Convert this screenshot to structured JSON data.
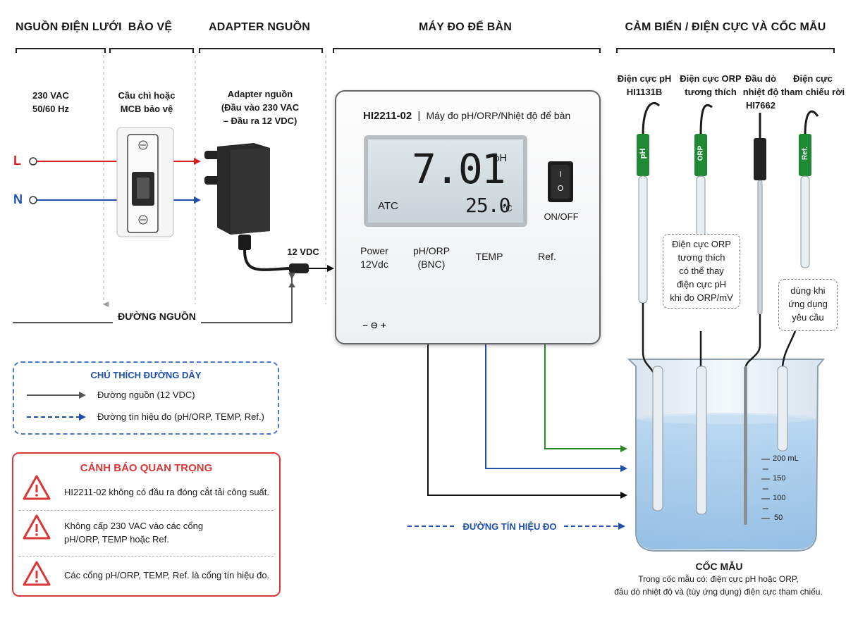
{
  "headers": {
    "grid": "NGUỒN ĐIỆN LƯỚI",
    "protection": "BẢO VỆ",
    "adapter": "ADAPTER NGUỒN",
    "meter": "MÁY ĐO ĐỂ BÀN",
    "sensors": "CẢM BIẾN / ĐIỆN CỰC VÀ CỐC MẪU"
  },
  "grid": {
    "voltage": "230 VAC\n50/60 Hz",
    "line_l": "L",
    "line_n": "N"
  },
  "protection": {
    "label": "Cầu chì hoặc\nMCB bảo vệ"
  },
  "adapter": {
    "label": "Adapter nguồn\n(Đầu vào 230 VAC\n– Đầu ra 12 VDC)",
    "output": "12 VDC"
  },
  "power_path": {
    "label": "ĐƯỜNG NGUỒN"
  },
  "meter": {
    "model": "HI2211-02",
    "separator": "|",
    "desc": "Máy đo pH/ORP/Nhiệt độ để bàn",
    "reading": "7.01",
    "reading_unit": "pH",
    "atc": "ATC",
    "temp": "25.0",
    "temp_unit": "°C",
    "switch_on": "I",
    "switch_off": "O",
    "switch_label": "ON/OFF",
    "ports": {
      "power": "Power\n12Vdc",
      "power_polarity": "– ⊖ +",
      "ph": "pH/ORP\n(BNC)",
      "temp": "TEMP",
      "ref": "Ref."
    }
  },
  "sensors": {
    "ph": {
      "label": "Điện cực pH\nHI1131B",
      "body": "pH"
    },
    "orp": {
      "label": "Điện cực ORP\ntương thích",
      "body": "ORP"
    },
    "temp": {
      "label": "Đầu dò\nnhiệt độ\nHI7662"
    },
    "ref": {
      "label": "Điện cực\ntham chiếu rời",
      "body": "Ref."
    },
    "orp_note": "Điện cực ORP\ntương thích\ncó thể thay\nđiện cực pH\nkhi đo ORP/mV",
    "ref_note": "dùng khi\nứng dụng\nyêu cầu"
  },
  "beaker": {
    "marks": [
      "200 mL",
      "150",
      "100",
      "50"
    ],
    "title": "CỐC MẪU",
    "desc": "Trong cốc mẫu có: điện cực pH hoặc ORP,\nđầu dò nhiệt độ và (tùy ứng dụng) điện cực tham chiếu."
  },
  "signal_path": {
    "label": "ĐƯỜNG TÍN HIỆU ĐO"
  },
  "legend": {
    "title": "CHÚ THÍCH ĐƯỜNG DÂY",
    "power_line": "Đường nguồn (12 VDC)",
    "signal_line": "Đường tín hiệu đo (pH/ORP, TEMP, Ref.)"
  },
  "warning": {
    "title": "CẢNH BÁO QUAN TRỌNG",
    "items": [
      "HI2211-02 không có đầu ra đóng cắt tải công suất.",
      "Không cấp 230 VAC vào các cổng\npH/ORP, TEMP hoặc Ref.",
      "Các cổng pH/ORP, TEMP, Ref. là cổng tín hiệu đo."
    ]
  },
  "colors": {
    "line_l": "#d42020",
    "line_n": "#1f4fa8",
    "signal": "#1f4fa8",
    "power": "#555555",
    "green_wire": "#2a8a2a",
    "electrode_green": "#1f8a33",
    "warning": "#d93838",
    "legend_title": "#1f4fa8"
  }
}
